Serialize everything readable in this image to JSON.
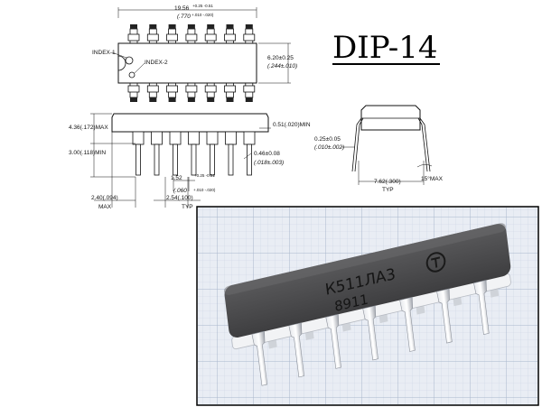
{
  "title": "DIP-14",
  "top_view": {
    "length_mm": "19.56",
    "length_tol": "+0.25 -0.51",
    "length_in": "(.770",
    "length_in_tol": "+.010 -.020)",
    "index1": "INDEX-1",
    "index2": "INDEX-2",
    "width_mm": "6.20±0.25",
    "width_in": "(.244±.010)"
  },
  "side_view": {
    "height_max": "4.36(.172)MAX",
    "seat_min": "3.00(.118)MIN",
    "standoff": "0.51(.020)MIN",
    "lead_width": "0.46±0.08",
    "lead_width_in": "(.018±.003)",
    "shoulder": "1.52",
    "shoulder_tol": "+0.25 -0.51",
    "shoulder_in": "(.060",
    "shoulder_in_tol": "+.010 -.020)",
    "end": "2.40(.094)",
    "end_max": "MAX",
    "pitch": "2.54(.100)",
    "pitch_typ": "TYP"
  },
  "end_view": {
    "thickness": "0.25±0.05",
    "thickness_in": "(.010±.002)",
    "row_spacing": "7.62(.300)",
    "row_typ": "TYP",
    "angle": "15°MAX"
  },
  "photo": {
    "marking_line1": "К511ЛА3",
    "marking_line2": "8911"
  },
  "colors": {
    "grid_line": "#b9c4d6",
    "chip_body": "#4a4a4c",
    "background": "#ffffff"
  }
}
